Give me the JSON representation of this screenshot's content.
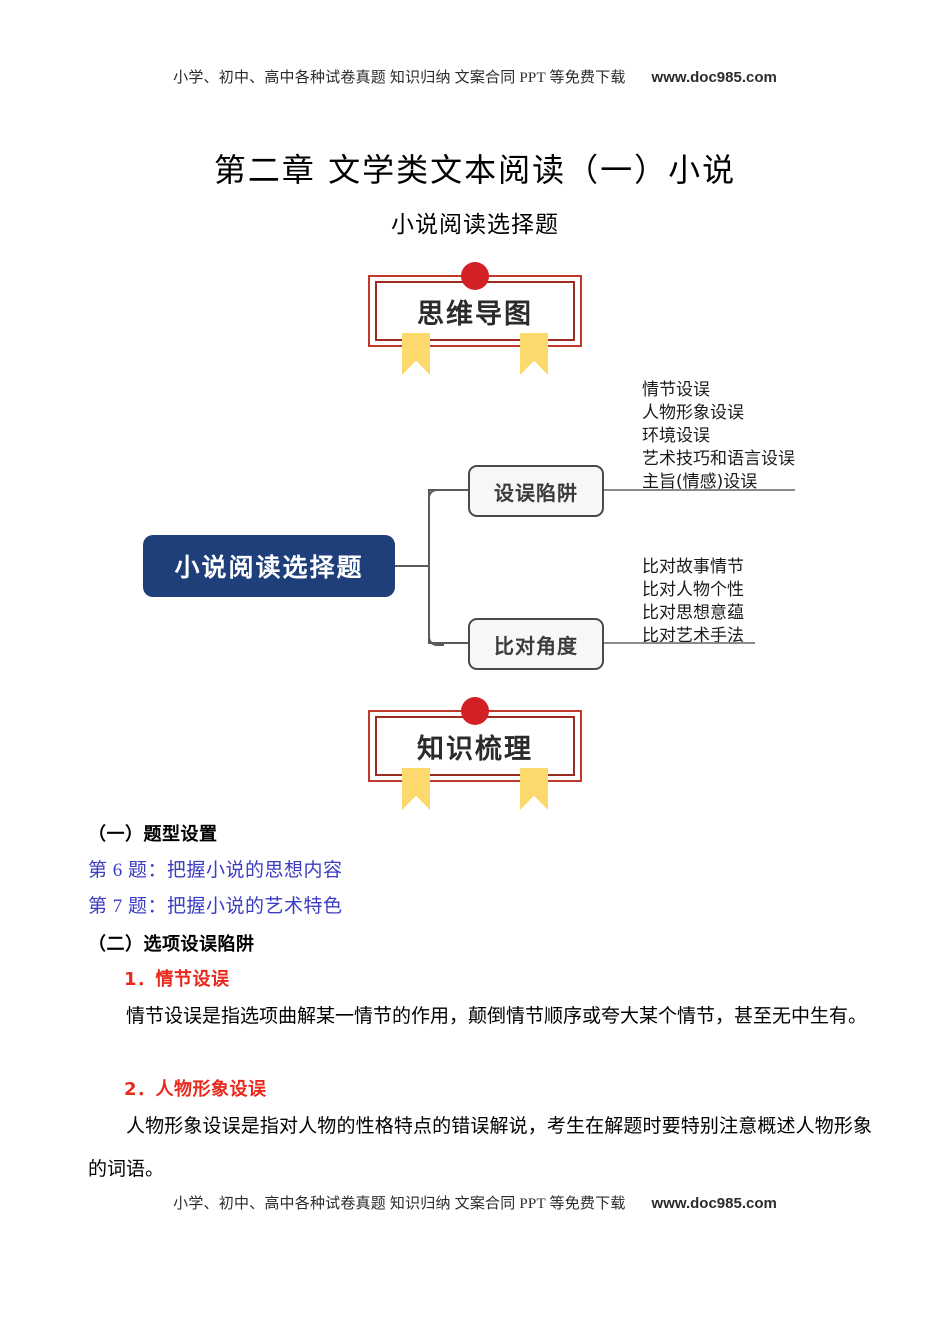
{
  "watermark": {
    "text": "小学、初中、高中各种试卷真题  知识归纳  文案合同  PPT 等免费下载",
    "site": "www.doc985.com"
  },
  "title": "第二章 文学类文本阅读（一）小说",
  "subtitle": "小说阅读选择题",
  "banners": {
    "mindmap": "思维导图",
    "knowledge": "知识梳理"
  },
  "mindmap": {
    "center": "小说阅读选择题",
    "branches": [
      {
        "node": "设误陷阱",
        "leaves": [
          "情节设误",
          "人物形象设误",
          "环境设误",
          "艺术技巧和语言设误",
          "主旨(情感)设误"
        ]
      },
      {
        "node": "比对角度",
        "leaves": [
          "比对故事情节",
          "比对人物个性",
          "比对思想意蕴",
          "比对艺术手法"
        ]
      }
    ]
  },
  "content": {
    "section_one_heading": "（一）题型设置",
    "question_6": "第 6 题：把握小说的思想内容",
    "question_7": "第 7 题：把握小说的艺术特色",
    "section_two_heading": "（二）选项设误陷阱",
    "item_1_heading": "1．情节设误",
    "item_1_body": "情节设误是指选项曲解某一情节的作用，颠倒情节顺序或夸大某个情节，甚至无中生有。",
    "item_2_heading": "2．人物形象设误",
    "item_2_body": "人物形象设误是指对人物的性格特点的错误解说，考生在解题时要特别注意概述人物形象的词语。"
  },
  "colors": {
    "banner_red": "#c0392b",
    "banner_dot": "#d31f26",
    "ribbon_yellow": "#fcd96c",
    "center_navy": "#1f3f7a",
    "blue_text": "#3b3bc4",
    "red_text": "#e8291c"
  }
}
